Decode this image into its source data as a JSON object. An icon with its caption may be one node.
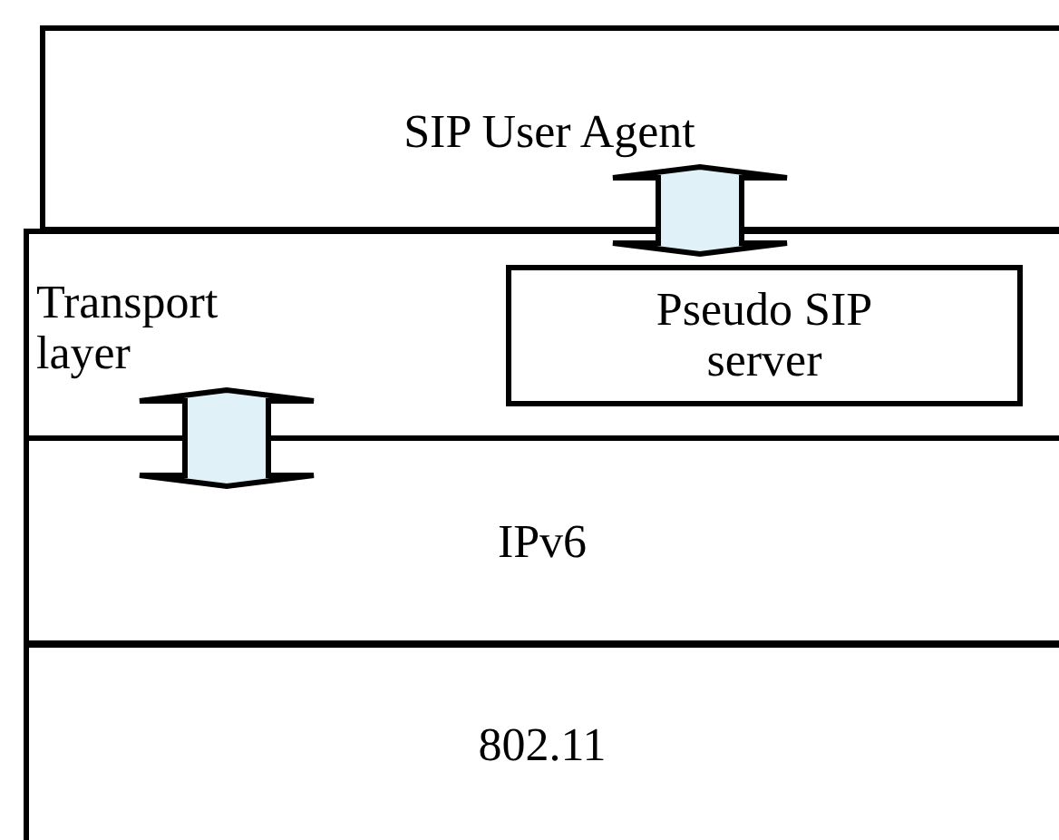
{
  "diagram": {
    "nodes": [
      {
        "text": [
          "SIP User Agent"
        ]
      },
      {
        "text": [
          "Transport layer"
        ]
      },
      {
        "text": [
          "Pseudo SIP server"
        ],
        "in": 1
      },
      {
        "text": [
          "IPv6"
        ]
      },
      {
        "text": [
          "802.11"
        ]
      }
    ],
    "edges": [
      {
        "from": 0,
        "to": 2,
        "arrow": "both"
      },
      {
        "from": 1,
        "to": 3,
        "arrow": "both"
      }
    ]
  }
}
